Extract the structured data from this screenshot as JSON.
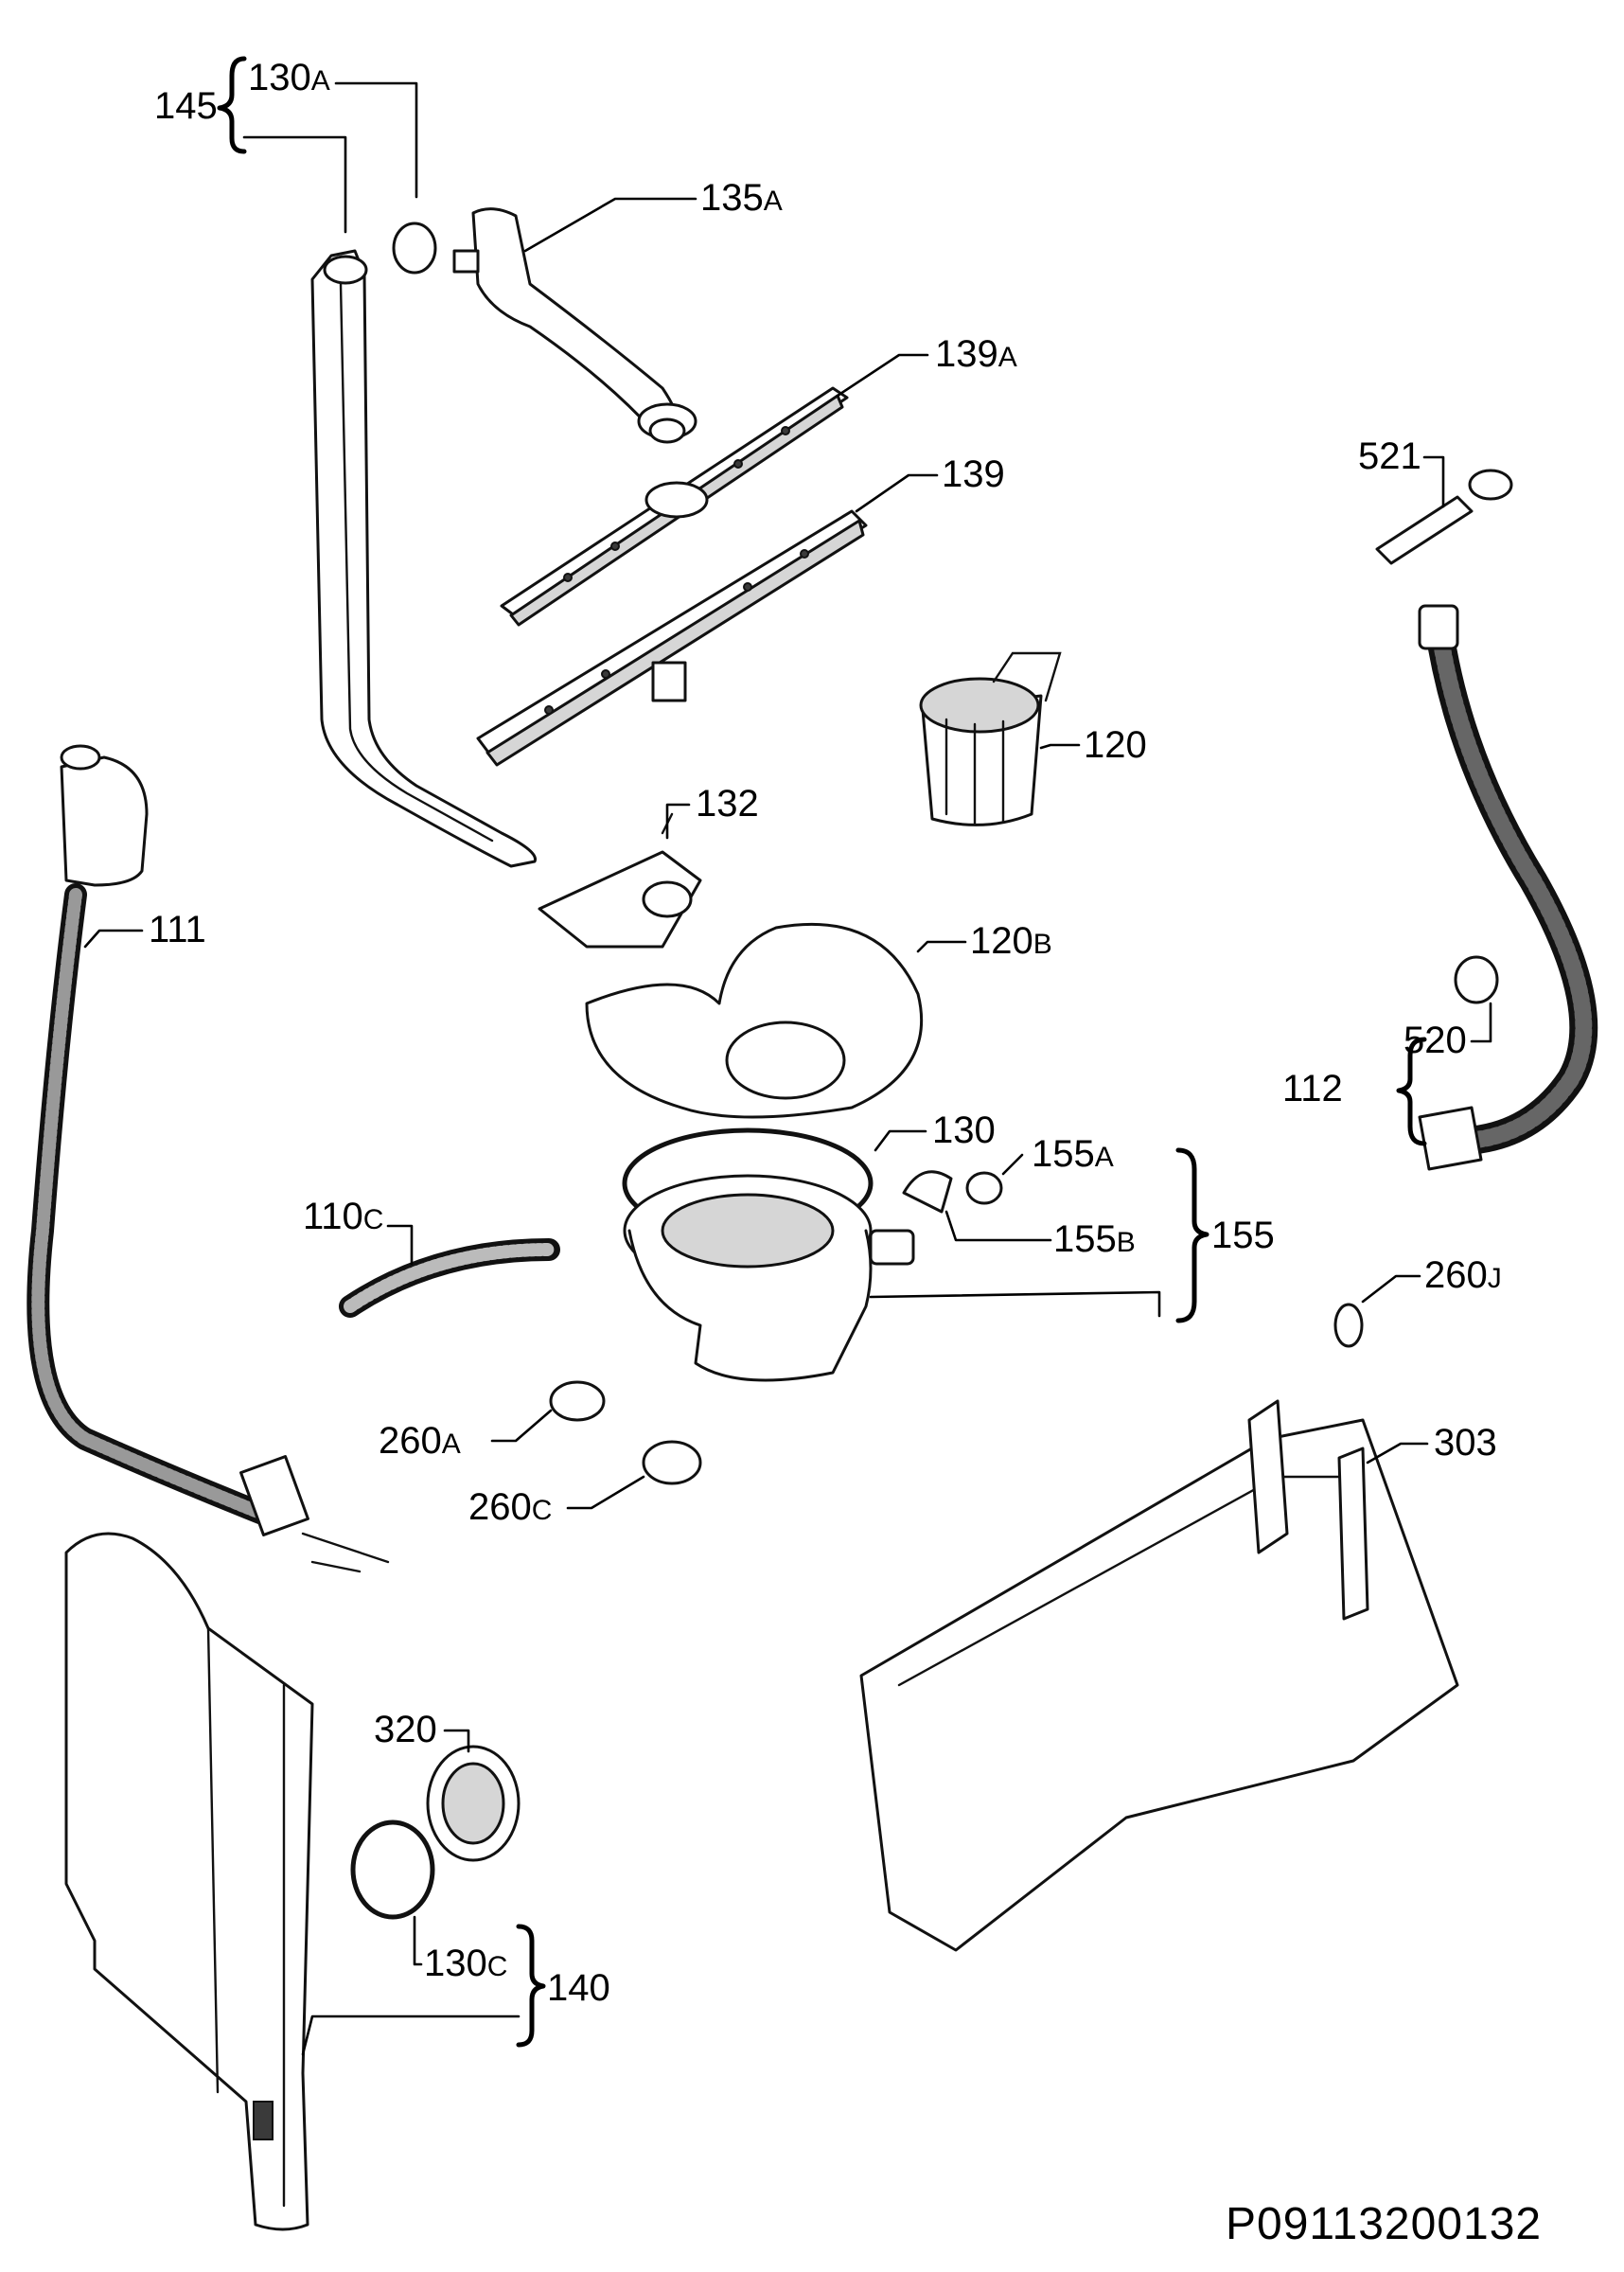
{
  "drawing_code": "P09113200132",
  "parts": [
    {
      "num": "145",
      "suffix": ""
    },
    {
      "num": "130",
      "suffix": "A"
    },
    {
      "num": "135",
      "suffix": "A"
    },
    {
      "num": "139",
      "suffix": "A"
    },
    {
      "num": "139",
      "suffix": ""
    },
    {
      "num": "521",
      "suffix": ""
    },
    {
      "num": "120",
      "suffix": ""
    },
    {
      "num": "132",
      "suffix": ""
    },
    {
      "num": "111",
      "suffix": ""
    },
    {
      "num": "120",
      "suffix": "B"
    },
    {
      "num": "520",
      "suffix": ""
    },
    {
      "num": "112",
      "suffix": ""
    },
    {
      "num": "130",
      "suffix": ""
    },
    {
      "num": "155",
      "suffix": "A"
    },
    {
      "num": "110",
      "suffix": "C"
    },
    {
      "num": "155",
      "suffix": "B"
    },
    {
      "num": "155",
      "suffix": ""
    },
    {
      "num": "260",
      "suffix": "J"
    },
    {
      "num": "260",
      "suffix": "A"
    },
    {
      "num": "303",
      "suffix": ""
    },
    {
      "num": "260",
      "suffix": "C"
    },
    {
      "num": "320",
      "suffix": ""
    },
    {
      "num": "130",
      "suffix": "C"
    },
    {
      "num": "140",
      "suffix": ""
    }
  ]
}
